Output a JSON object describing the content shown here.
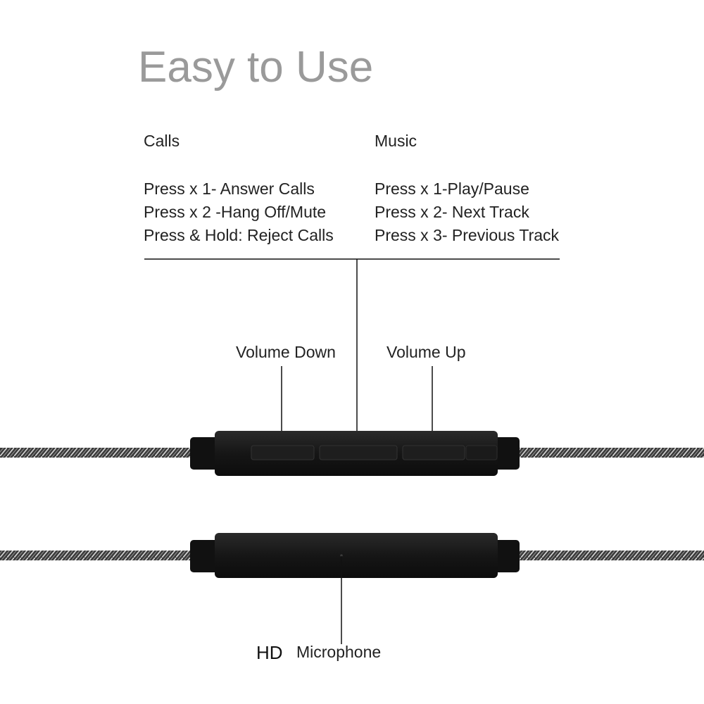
{
  "title": "Easy to Use",
  "calls": {
    "heading": "Calls",
    "items": [
      "Press x 1- Answer Calls",
      "Press x 2 -Hang Off/Mute",
      "Press & Hold: Reject Calls"
    ]
  },
  "music": {
    "heading": "Music",
    "items": [
      "Press x 1-Play/Pause",
      "Press x 2- Next Track",
      "Press x 3- Previous Track"
    ]
  },
  "controls": {
    "volume_down": "Volume Down",
    "volume_up": "Volume Up"
  },
  "microphone": {
    "hd": "HD",
    "label": "Microphone"
  },
  "colors": {
    "title": "#9a9a9a",
    "text": "#222222",
    "remote_body": "#1a1a1a",
    "cable": "#5a5a5a"
  }
}
